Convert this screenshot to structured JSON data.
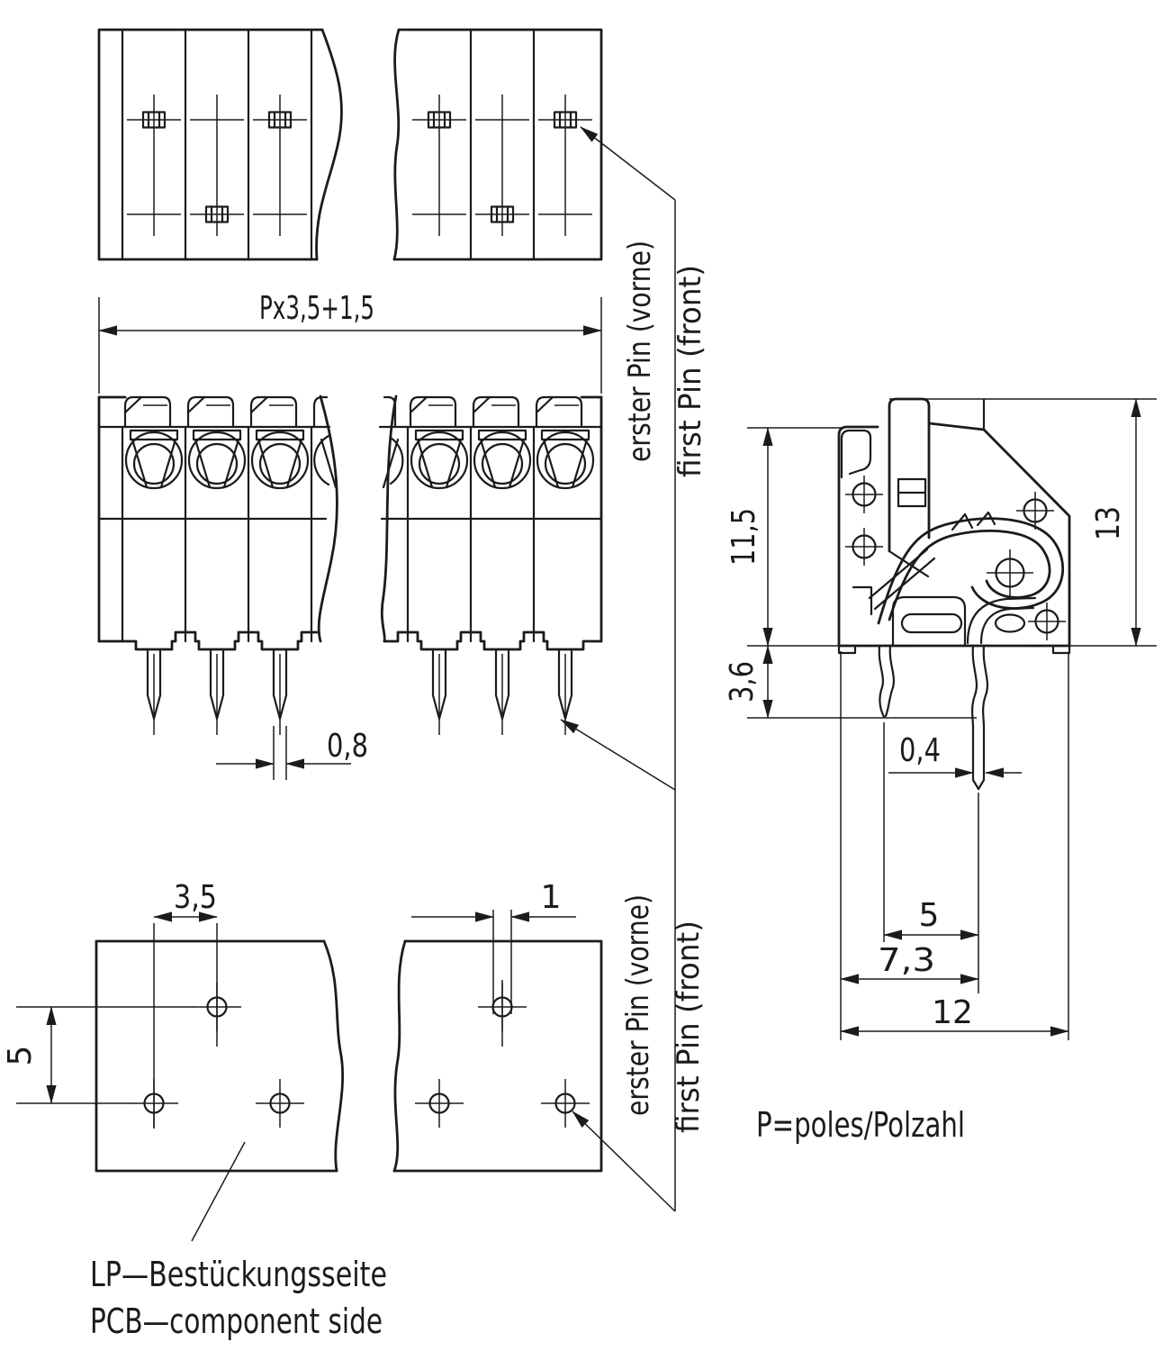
{
  "drawing": {
    "dimensions": {
      "pitch_formula": "Px3,5+1,5",
      "pin_width": "0,8",
      "pcb_hole_pitch": "3,5",
      "pcb_row_spacing": "5",
      "pcb_hole_diameter": "1",
      "height_above_pcb": "11,5",
      "pin_length_below": "3,6",
      "total_height": "13",
      "pin_thickness": "0,4",
      "pin_row_distance": "5",
      "first_pin_depth": "7,3",
      "total_depth": "12"
    },
    "labels": {
      "first_pin_de": "erster Pin (vorne)",
      "first_pin_en": "first Pin (front)",
      "poles_legend": "P=poles/Polzahl",
      "pcb_side_de": "LP—Bestückungsseite",
      "pcb_side_en": "PCB—component side"
    }
  }
}
